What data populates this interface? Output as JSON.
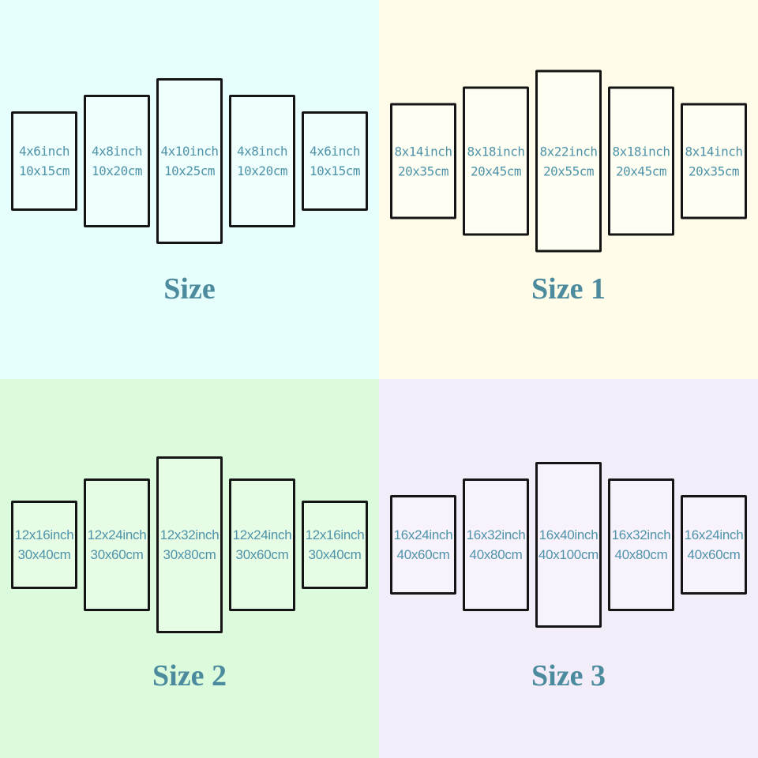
{
  "colors": {
    "panel_border": "#151515",
    "panel_text": "#4f93a9",
    "title_text": "#4c8b9d"
  },
  "sections": [
    {
      "title": "Size",
      "background": "#e6fefc",
      "panel_fill": "#effffe",
      "panels": [
        {
          "inches": "4x6inch",
          "cm": "10x15cm",
          "w": 4,
          "h": 6
        },
        {
          "inches": "4x8inch",
          "cm": "10x20cm",
          "w": 4,
          "h": 8
        },
        {
          "inches": "4x10inch",
          "cm": "10x25cm",
          "w": 4,
          "h": 10
        },
        {
          "inches": "4x8inch",
          "cm": "10x20cm",
          "w": 4,
          "h": 8
        },
        {
          "inches": "4x6inch",
          "cm": "10x15cm",
          "w": 4,
          "h": 6
        }
      ]
    },
    {
      "title": "Size 1",
      "background": "#fffdea",
      "panel_fill": "#fffef2",
      "panels": [
        {
          "inches": "8x14inch",
          "cm": "20x35cm",
          "w": 8,
          "h": 14
        },
        {
          "inches": "8x18inch",
          "cm": "20x45cm",
          "w": 8,
          "h": 18
        },
        {
          "inches": "8x22inch",
          "cm": "20x55cm",
          "w": 8,
          "h": 22
        },
        {
          "inches": "8x18inch",
          "cm": "20x45cm",
          "w": 8,
          "h": 18
        },
        {
          "inches": "8x14inch",
          "cm": "20x35cm",
          "w": 8,
          "h": 14
        }
      ]
    },
    {
      "title": "Size 2",
      "background": "#dcfadc",
      "panel_fill": "#e6fce5",
      "panels": [
        {
          "inches": "12x16inch",
          "cm": "30x40cm",
          "w": 12,
          "h": 16
        },
        {
          "inches": "12x24inch",
          "cm": "30x60cm",
          "w": 12,
          "h": 24
        },
        {
          "inches": "12x32inch",
          "cm": "30x80cm",
          "w": 12,
          "h": 32
        },
        {
          "inches": "12x24inch",
          "cm": "30x60cm",
          "w": 12,
          "h": 24
        },
        {
          "inches": "12x16inch",
          "cm": "30x40cm",
          "w": 12,
          "h": 16
        }
      ]
    },
    {
      "title": "Size 3",
      "background": "#f3edf9",
      "panel_fill": "#f7f2fb",
      "panels": [
        {
          "inches": "16x24inch",
          "cm": "40x60cm",
          "w": 16,
          "h": 24
        },
        {
          "inches": "16x32inch",
          "cm": "40x80cm",
          "w": 16,
          "h": 32
        },
        {
          "inches": "16x40inch",
          "cm": "40x100cm",
          "w": 16,
          "h": 40
        },
        {
          "inches": "16x32inch",
          "cm": "40x80cm",
          "w": 16,
          "h": 32
        },
        {
          "inches": "16x24inch",
          "cm": "40x60cm",
          "w": 16,
          "h": 24
        }
      ]
    }
  ]
}
